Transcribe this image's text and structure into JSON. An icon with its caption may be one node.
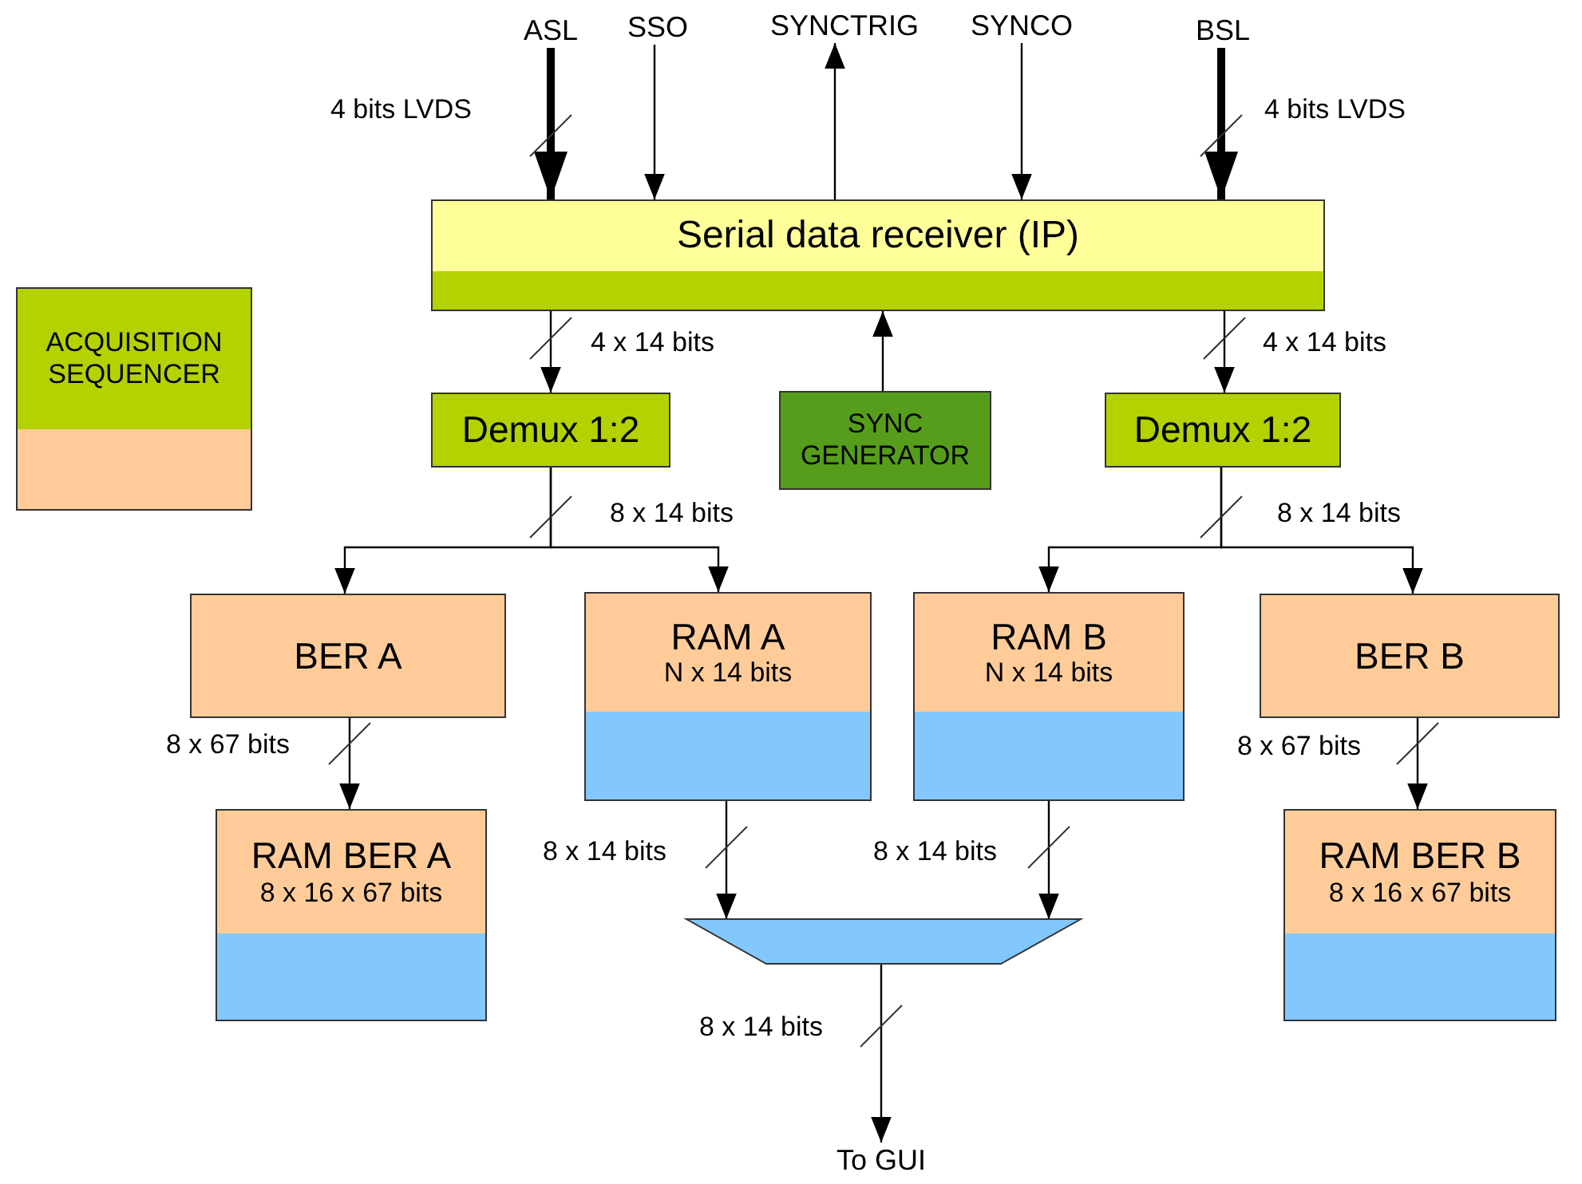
{
  "diagram": {
    "nodes": [
      {
        "text": [
          "ASL"
        ]
      },
      {
        "text": [
          "SSO"
        ]
      },
      {
        "text": [
          "SYNCTRIG"
        ]
      },
      {
        "text": [
          "SYNCO"
        ]
      },
      {
        "text": [
          "BSL"
        ]
      },
      {
        "text": [
          "Serial data receiver (IP)"
        ]
      },
      {
        "text": [
          "ACQUISITION SEQUENCER"
        ]
      },
      {
        "text": [
          "Demux 1:2"
        ]
      },
      {
        "text": [
          "SYNC GENERATOR"
        ]
      },
      {
        "text": [
          "Demux 1:2"
        ]
      },
      {
        "text": [
          "BER A"
        ]
      },
      {
        "text": [
          "RAM A",
          "N x 14 bits"
        ]
      },
      {
        "text": [
          "RAM B",
          "N x 14 bits"
        ]
      },
      {
        "text": [
          "BER B"
        ]
      },
      {
        "text": [
          "RAM BER A",
          "8 x 16 x 67 bits"
        ]
      },
      {
        "text": [
          "RAM BER B",
          "8 x 16 x 67 bits"
        ]
      },
      {
        "text": [],
        "shape": "trapezoid"
      },
      {
        "text": [
          "To GUI"
        ]
      }
    ],
    "edges": [
      {
        "from": 0,
        "to": 5,
        "arrow": "to",
        "label": "4 bits LVDS",
        "style": "thick"
      },
      {
        "from": 1,
        "to": 5,
        "arrow": "to"
      },
      {
        "from": 5,
        "to": 2,
        "arrow": "to"
      },
      {
        "from": 3,
        "to": 5,
        "arrow": "to"
      },
      {
        "from": 4,
        "to": 5,
        "arrow": "to",
        "label": "4 bits LVDS",
        "style": "thick"
      },
      {
        "from": 5,
        "to": 7,
        "arrow": "to",
        "label": "4 x 14 bits"
      },
      {
        "from": 8,
        "to": 5,
        "arrow": "to"
      },
      {
        "from": 5,
        "to": 9,
        "arrow": "to",
        "label": "4 x 14 bits"
      },
      {
        "from": 7,
        "to": 10,
        "arrow": "to",
        "label": "8 x 14 bits"
      },
      {
        "from": 7,
        "to": 11,
        "arrow": "to"
      },
      {
        "from": 9,
        "to": 12,
        "arrow": "to",
        "label": "8 x 14 bits"
      },
      {
        "from": 9,
        "to": 13,
        "arrow": "to"
      },
      {
        "from": 10,
        "to": 14,
        "arrow": "to",
        "label": "8 x 67 bits"
      },
      {
        "from": 13,
        "to": 15,
        "arrow": "to",
        "label": "8 x 67 bits"
      },
      {
        "from": 11,
        "to": 16,
        "arrow": "to",
        "label": "8 x 14 bits"
      },
      {
        "from": 12,
        "to": 16,
        "arrow": "to",
        "label": "8 x 14 bits"
      },
      {
        "from": 16,
        "to": 17,
        "arrow": "to",
        "label": "8 x 14 bits"
      }
    ]
  }
}
